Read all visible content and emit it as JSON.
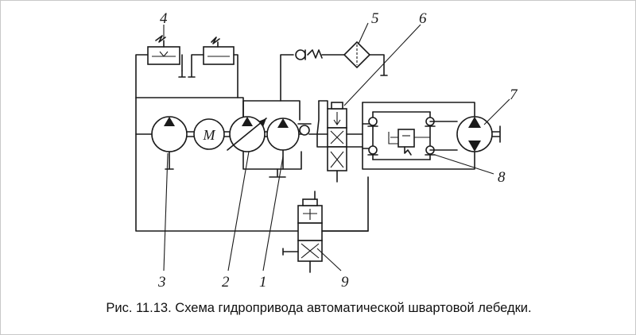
{
  "caption": "Рис. 11.13. Схема гидропривода автоматической швартовой лебедки.",
  "motor_label": "M",
  "callouts": [
    "1",
    "2",
    "3",
    "4",
    "5",
    "6",
    "7",
    "8",
    "9"
  ]
}
